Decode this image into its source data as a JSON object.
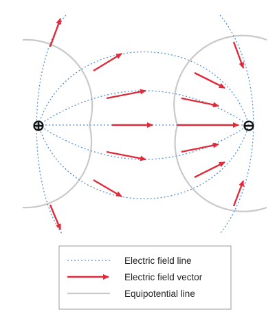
{
  "charges": {
    "positive": {
      "symbol": "⊕"
    },
    "negative": {
      "symbol": "⊖"
    }
  },
  "legend": {
    "field_line_label": "Electric field line",
    "field_vector_label": "Electric field vector",
    "equipotential_label": "Equipotential line"
  },
  "colors": {
    "field_line": "#4f8fd8",
    "field_vector": "#e02a3a",
    "equipotential": "#c9c9c9",
    "legend_border": "#9a9a9a"
  }
}
